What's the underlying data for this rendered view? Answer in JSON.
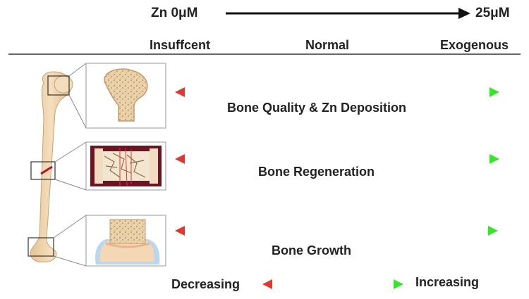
{
  "header": {
    "start_label": "Zn 0μM",
    "end_label": "25μM"
  },
  "levels": {
    "left": "Insuffcent",
    "center": "Normal",
    "right": "Exogenous"
  },
  "rows": [
    {
      "label": "Bone Quality & Zn Deposition"
    },
    {
      "label": "Bone Regeneration"
    },
    {
      "label": "Bone Growth"
    }
  ],
  "legend": {
    "left": "Decreasing",
    "right": "Increasing"
  },
  "colors": {
    "decrease": "#e0382e",
    "increase": "#33e626",
    "bone": "#efd5ad",
    "fracture": "#b3132f"
  }
}
